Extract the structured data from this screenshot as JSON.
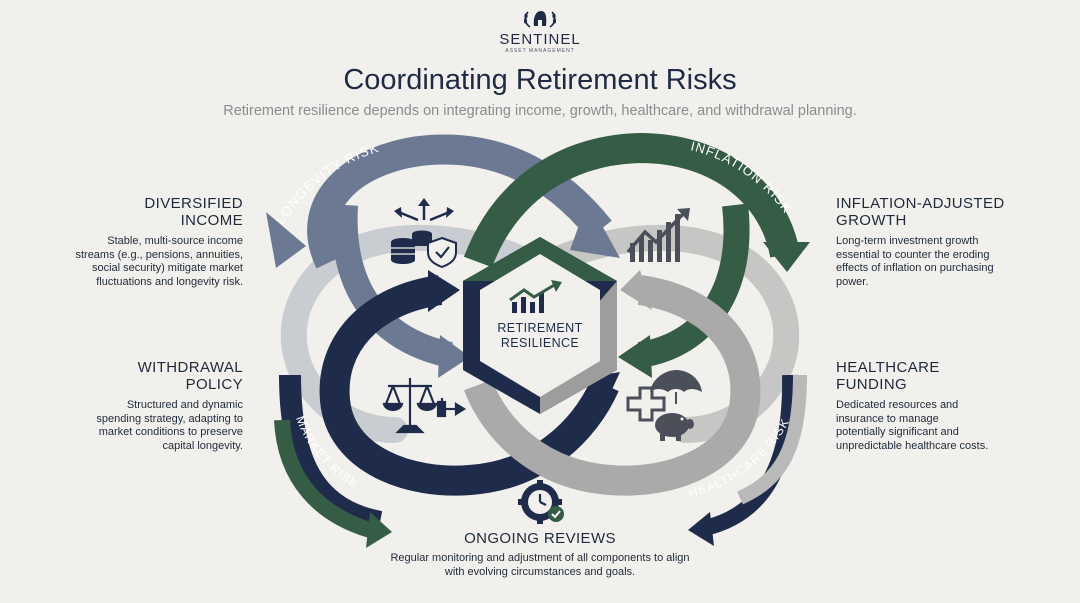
{
  "brand": {
    "name": "SENTINEL",
    "sub": "ASSET MANAGEMENT"
  },
  "header": {
    "title": "Coordinating Retirement Risks",
    "subtitle": "Retirement resilience depends on integrating income, growth, healthcare, and withdrawal planning."
  },
  "center": {
    "line1": "RETIREMENT",
    "line2": "RESILIENCE"
  },
  "risks": {
    "longevity": "LONGEVITY RISK",
    "inflation": "INFLATION RISK",
    "market": "MARKET RISK",
    "healthcare": "HEALTHCARE RISK"
  },
  "blocks": {
    "diversified": {
      "title1": "DIVERSIFIED",
      "title2": "INCOME",
      "desc": [
        "Stable, multi-source income",
        "streams (e.g., pensions, annuities,",
        "social security) mitigate market",
        "fluctuations and longevity risk."
      ]
    },
    "withdrawal": {
      "title1": "WITHDRAWAL",
      "title2": "POLICY",
      "desc": [
        "Structured and dynamic",
        "spending strategy, adapting to",
        "market conditions to preserve",
        "capital longevity."
      ]
    },
    "inflation": {
      "title1": "INFLATION-ADJUSTED",
      "title2": "GROWTH",
      "desc": [
        "Long-term investment growth",
        "essential to counter the eroding",
        "effects of inflation on purchasing",
        "power."
      ]
    },
    "healthcare": {
      "title1": "HEALTHCARE",
      "title2": "FUNDING",
      "desc": [
        "Dedicated resources and",
        "insurance to manage",
        "potentially significant and",
        "unpredictable healthcare costs."
      ]
    },
    "reviews": {
      "title": "ONGOING REVIEWS",
      "desc": [
        "Regular monitoring and adjustment of all components to align",
        "with evolving circumstances and goals."
      ]
    }
  },
  "colors": {
    "navy": "#1e2b4a",
    "slate": "#6b7a92",
    "green": "#355c45",
    "gray": "#a9aaa9",
    "lightSlate": "#b4bac3",
    "background": "#f1f0ec"
  },
  "icons": {
    "diversified": "coins-shield-arrows-icon",
    "inflation": "rising-chart-icon",
    "withdrawal": "balance-scale-icon",
    "healthcare": "medical-umbrella-piggy-icon",
    "reviews": "gear-clock-icon",
    "center": "trend-arrow-icon",
    "logo": "helmet-laurel-icon"
  }
}
